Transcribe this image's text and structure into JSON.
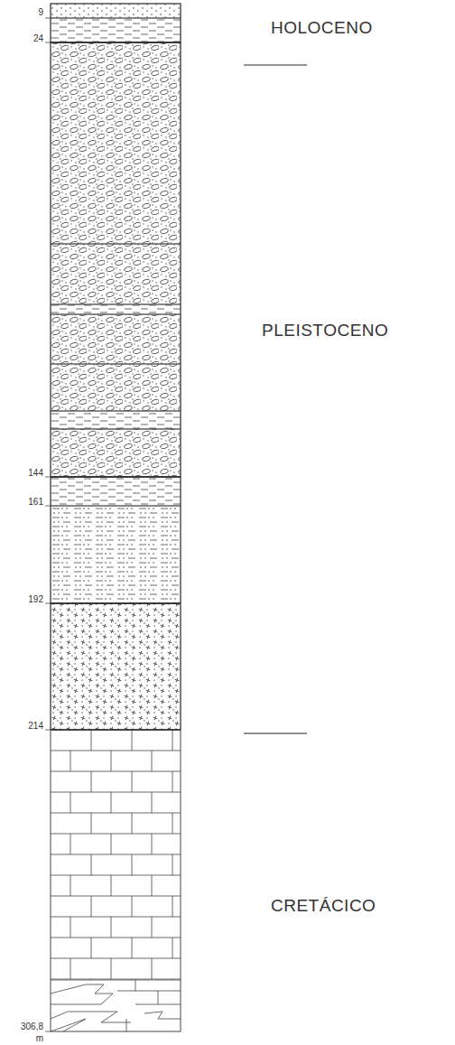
{
  "diagram": {
    "labels": [
      "9",
      "24",
      "144",
      "161",
      "192",
      "214",
      "306,8",
      "m",
      "HOLOCENO",
      "PLEISTOCENO",
      "CRETÁCICO"
    ]
  }
}
